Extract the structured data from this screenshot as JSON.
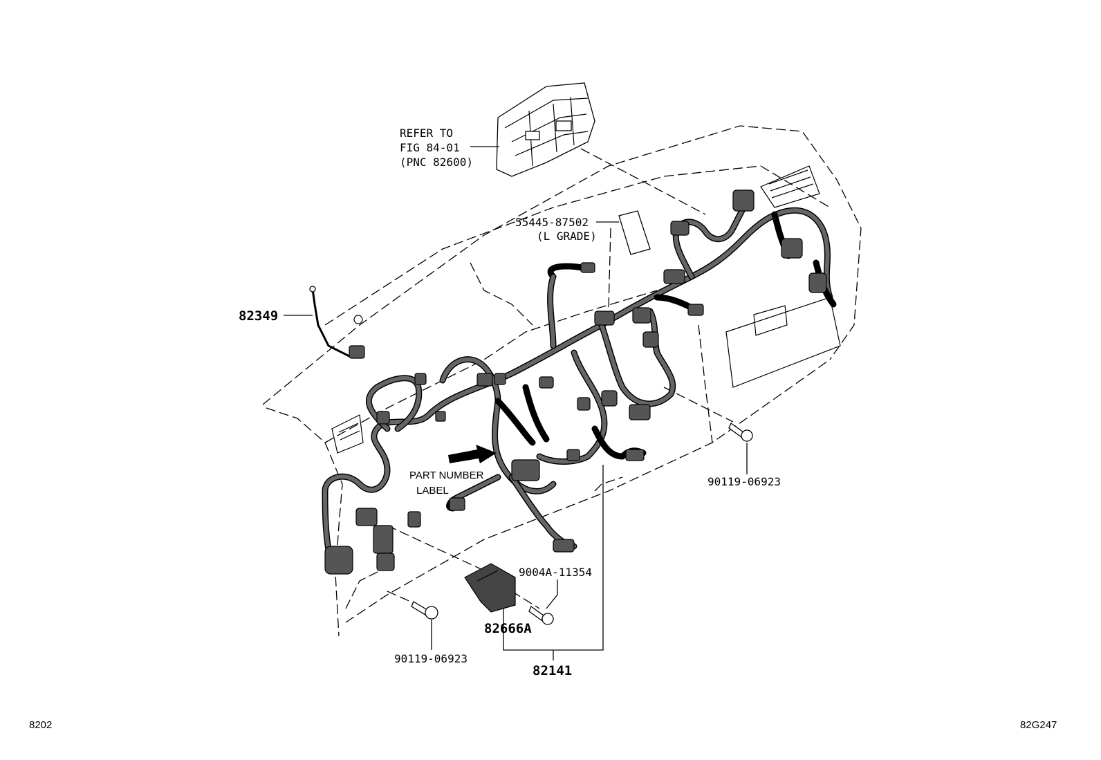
{
  "labels": {
    "refer_line1": "REFER TO",
    "refer_line2": "FIG 84-01",
    "refer_line3": "(PNC 82600)",
    "p55445": "55445-87502",
    "l_grade": "(L GRADE)",
    "p82349": "82349",
    "part_number_1": "PART NUMBER",
    "part_number_2": "LABEL",
    "p90119_right": "90119-06923",
    "p9004a": "9004A-11354",
    "p82666a": "82666A",
    "p90119_left": "90119-06923",
    "p82141": "82141"
  },
  "footer": {
    "left_code": "8202",
    "right_code": "82G247"
  },
  "colors": {
    "line": "#000000",
    "harness_fill": "#666666",
    "background": "#ffffff"
  }
}
